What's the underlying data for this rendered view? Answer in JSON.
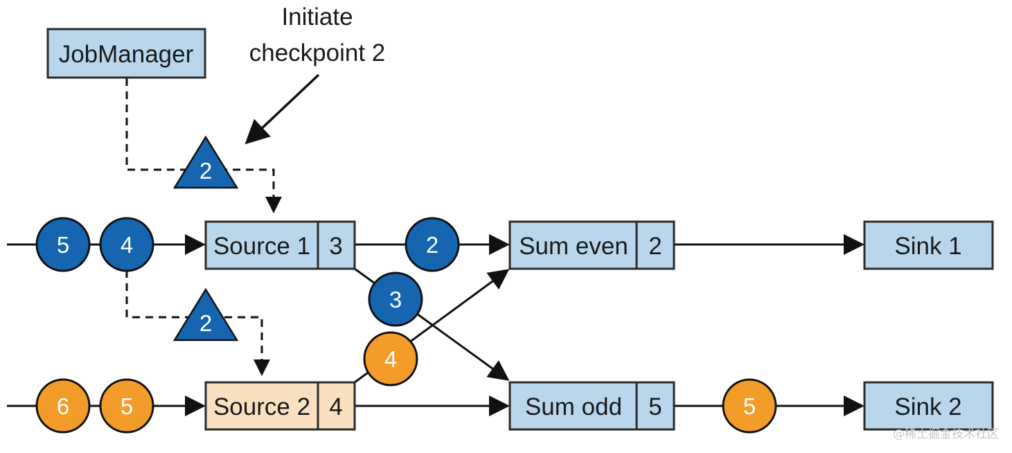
{
  "colors": {
    "op_fill": "#b9d7ec",
    "src2_fill": "#fbe0c0",
    "box_stroke": "#2a2a2a",
    "blue": "#1565b0",
    "orange": "#f39c2a",
    "line": "#111111"
  },
  "diagram": {
    "job_manager": "JobManager",
    "annotation_line1": "Initiate",
    "annotation_line2": "checkpoint 2",
    "barrier_1": "2",
    "barrier_2": "2",
    "source1": {
      "name": "Source 1",
      "state": "3"
    },
    "source2": {
      "name": "Source 2",
      "state": "4"
    },
    "sum_even": {
      "name": "Sum even",
      "state": "2"
    },
    "sum_odd": {
      "name": "Sum odd",
      "state": "5"
    },
    "sink1": "Sink 1",
    "sink2": "Sink 2",
    "records": {
      "blue_in_1": "5",
      "blue_in_2": "4",
      "blue_to_even": "2",
      "blue_to_odd": "3",
      "orange_in_1": "6",
      "orange_in_2": "5",
      "orange_to_even": "4",
      "orange_to_sink2": "5"
    }
  },
  "watermark": "@稀土掘金技术社区"
}
